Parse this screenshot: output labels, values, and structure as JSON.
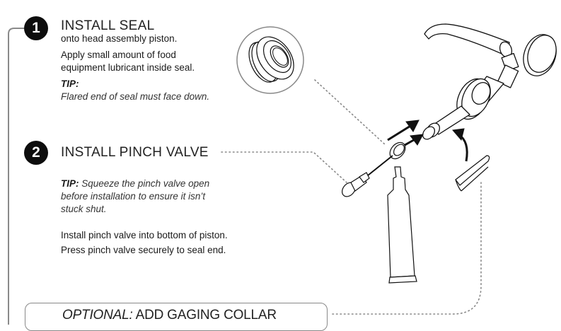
{
  "steps": [
    {
      "number": "1",
      "title": "INSTALL SEAL",
      "subtitle": "onto head assembly piston.",
      "instruction_lines": [
        "Apply small amount of food",
        "equipment lubricant inside seal."
      ],
      "tip_label": "TIP:",
      "tip_text": "Flared end of seal must face down."
    },
    {
      "number": "2",
      "title": "INSTALL PINCH VALVE",
      "tip_label": "TIP:",
      "tip_lines": [
        " Squeeze the pinch valve open",
        "before installation to ensure it isn’t",
        "stuck shut."
      ],
      "instruction_lines": [
        "Install pinch valve into bottom of piston.",
        "Press pinch valve securely to seal end."
      ]
    }
  ],
  "optional": {
    "prefix": "OPTIONAL:",
    "label": " ADD GAGING COLLAR"
  },
  "illustration": {
    "parts": [
      "seal-detail-callout",
      "pump-head-assembly",
      "piston",
      "seal",
      "pinch-valve",
      "lubricant-tube",
      "gaging-collar"
    ],
    "colors": {
      "line": "#111111",
      "leader": "#888888",
      "bracket": "#8a8a8a"
    }
  }
}
